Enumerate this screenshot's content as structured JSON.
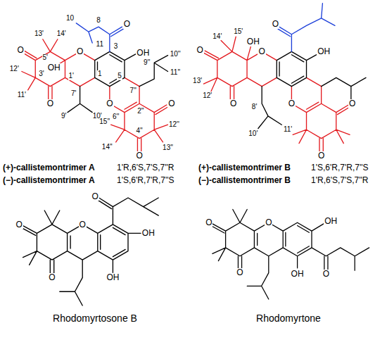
{
  "diagram": {
    "labels": [
      "10",
      "11",
      "8",
      "O",
      "3",
      "OH",
      "5",
      "1",
      "13'",
      "14'",
      "5'",
      "O",
      "OH",
      "O",
      "12'",
      "3'",
      "11'",
      "1'",
      "O",
      "7'",
      "9'",
      "10'",
      "7''",
      "10''",
      "9''",
      "11''",
      "2''",
      "O",
      "6''",
      "O",
      "15''",
      "14''",
      "4''",
      "12''",
      "13''",
      "O",
      "14'",
      "15'",
      "OH",
      "O",
      "O",
      "13'",
      "12'",
      "O",
      "8'",
      "10'",
      "11'",
      "O",
      "OH",
      "O",
      "O",
      "O",
      "(+)-callistemontrimer A",
      "1'R,6'S,7'S,7''R",
      "(−)-callistemontrimer A",
      "1'S,6'R,7'R,7''S",
      "(+)-callistemontrimer B",
      "1'S,6'R,7'R,7''S",
      "(−)-callistemontrimer B",
      "1'R,6'S,7'S,7''R",
      "O",
      "O",
      "O",
      "O",
      "OH",
      "OH",
      "Rhodomyrtosone B",
      "O",
      "O",
      "O",
      "OH",
      "O",
      "OH",
      "Rhodomyrtone"
    ]
  }
}
